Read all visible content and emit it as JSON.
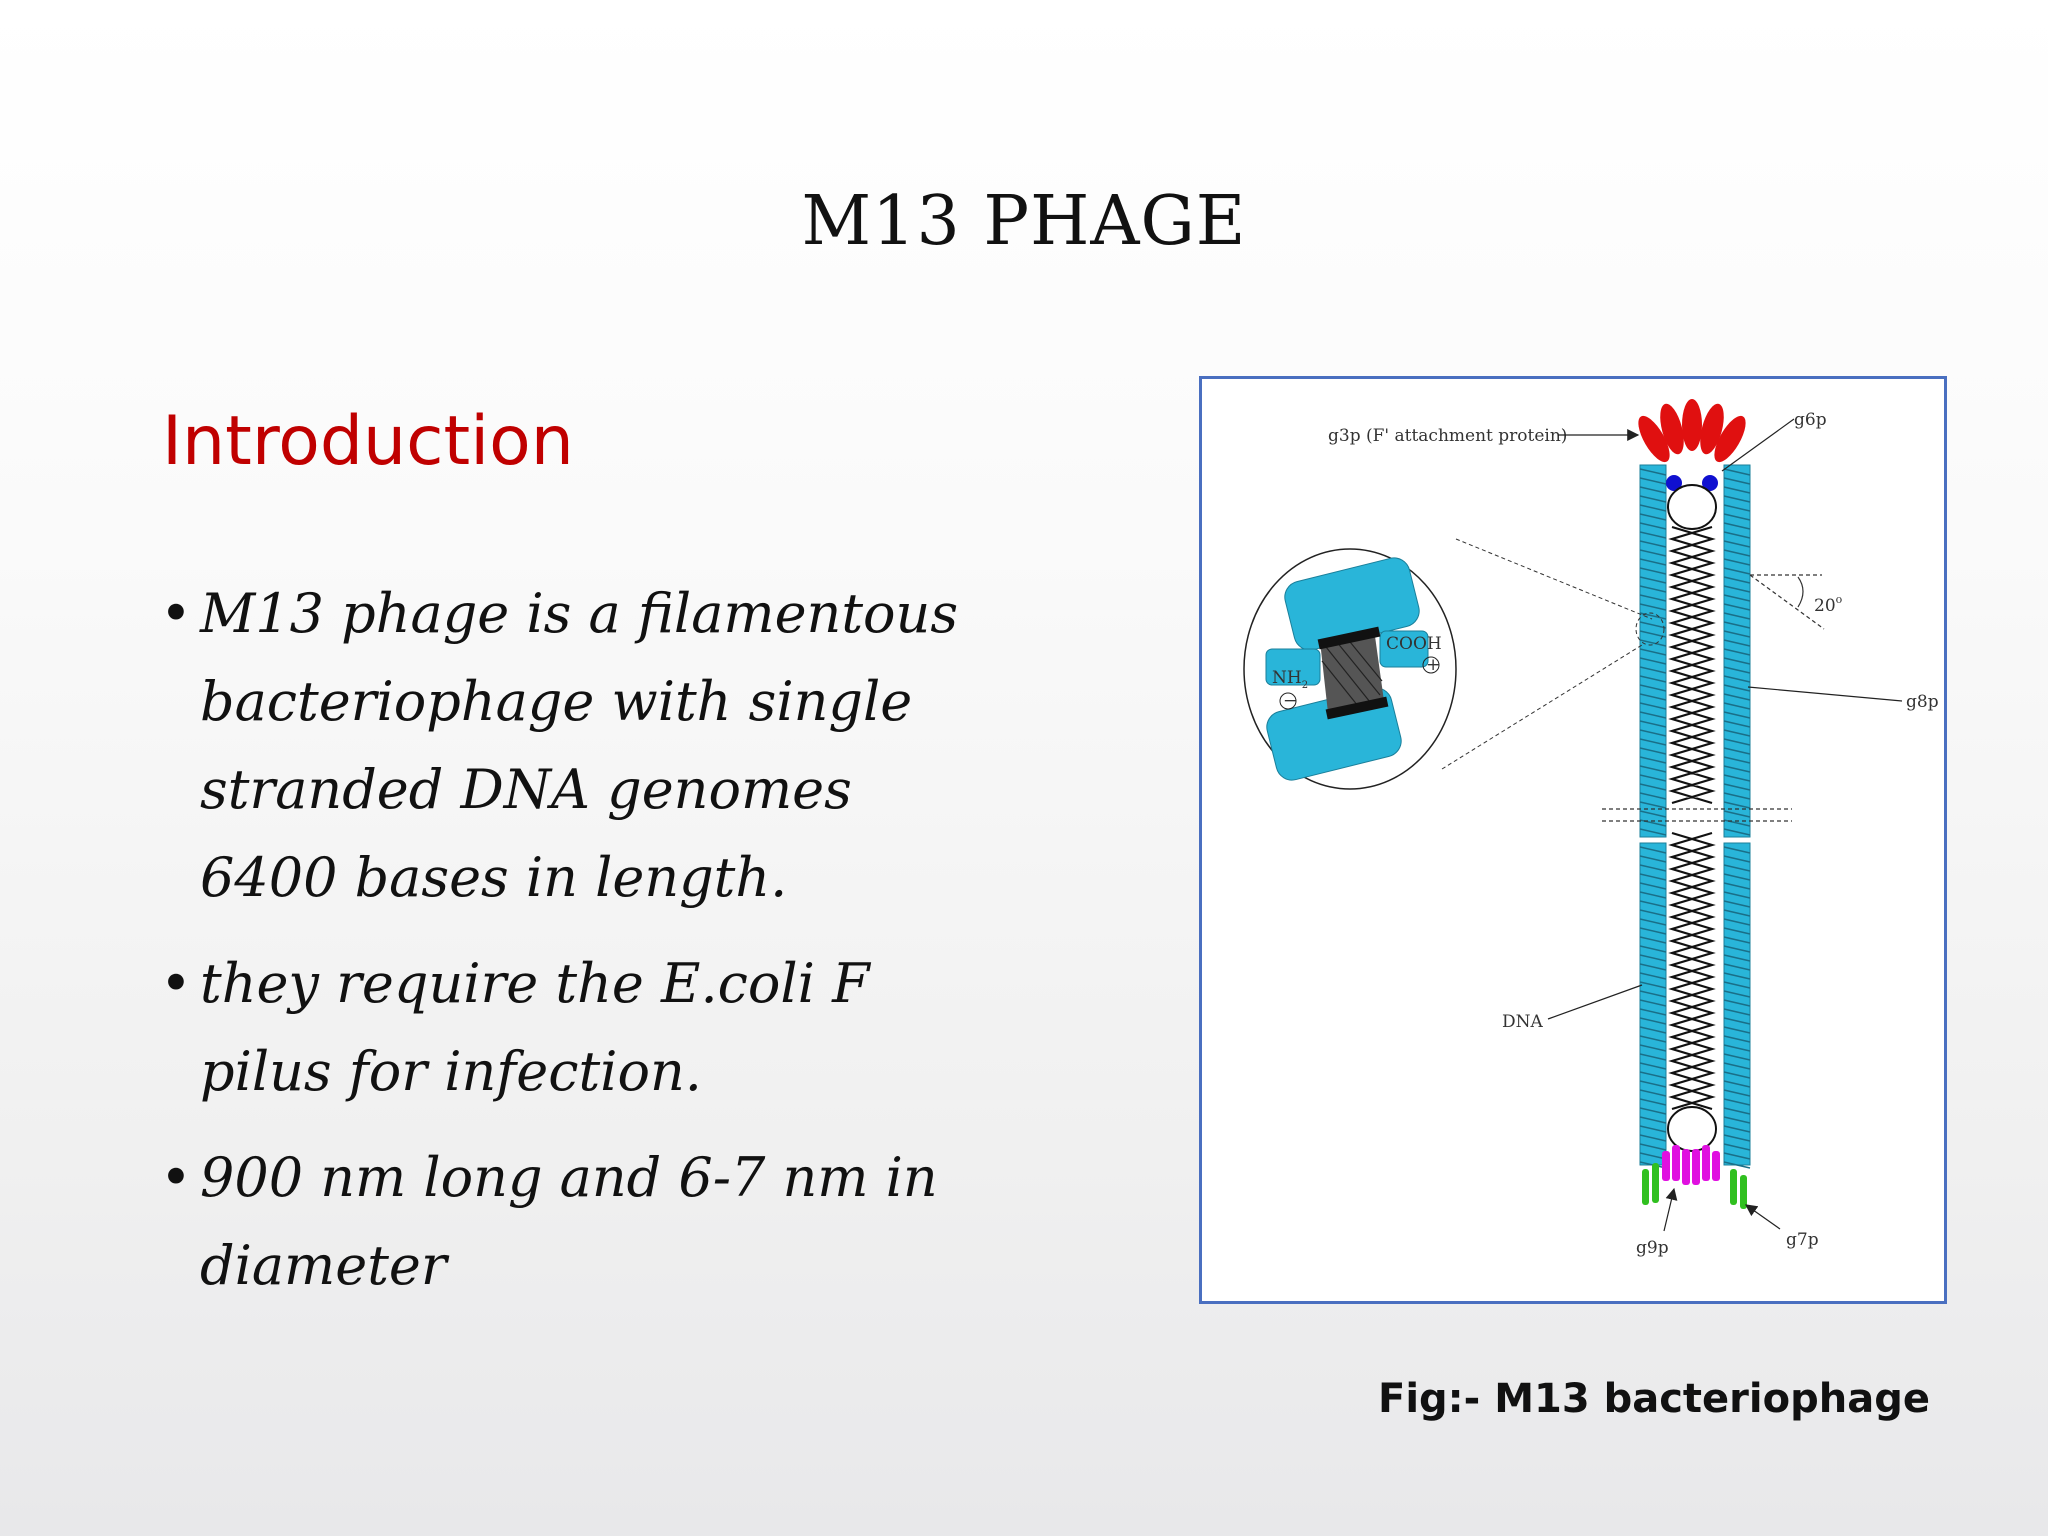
{
  "slide": {
    "title": "M13 PHAGE",
    "subtitle": "Introduction",
    "bullets": [
      "M13 phage is a filamentous bacteriophage with single stranded DNA genomes 6400 bases in length.",
      "900 nm long and 6-7 nm in diameter"
    ],
    "bullet2": {
      "before": "they require the ",
      "italic": "E.coli",
      "after": " F pilus for infection."
    },
    "caption": "Fig:- M13 bacteriophage"
  },
  "figure": {
    "labels": {
      "g3p": "g3p (F' attachment protein)",
      "g6p": "g6p",
      "g8p": "g8p",
      "angle": "20",
      "angle_sup": "o",
      "dna": "DNA",
      "g9p": "g9p",
      "g7p": "g7p",
      "cooh": "COOH",
      "nh2": "NH",
      "nh2_sub": "2",
      "plus": "+",
      "minus": "−"
    },
    "colors": {
      "coat": "#29b5d9",
      "g3p": "#e01010",
      "g6p_dots": "#1010d0",
      "g9p": "#e010e0",
      "g7p": "#30c020",
      "frame": "#4a6fc0"
    }
  }
}
